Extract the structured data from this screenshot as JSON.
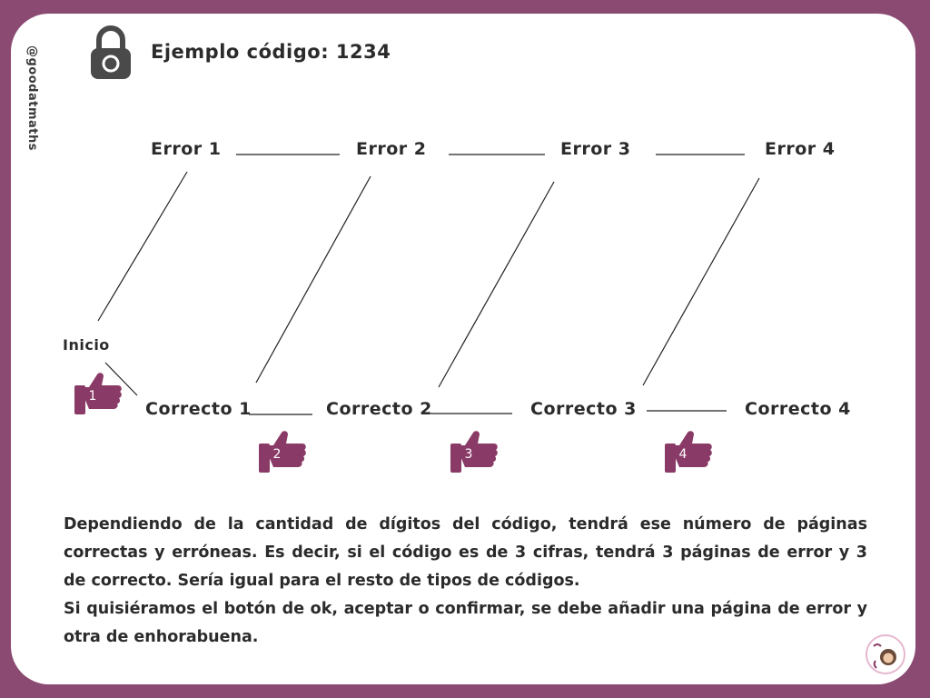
{
  "sidebar": {
    "handle": "@goodatmaths"
  },
  "header": {
    "icon": "lock-icon",
    "title": "Ejemplo código: 1234"
  },
  "diagram": {
    "start_label": "Inicio",
    "errors": [
      "Error 1",
      "Error 2",
      "Error 3",
      "Error 4"
    ],
    "corrects": [
      "Correcto 1",
      "Correcto 2",
      "Correcto 3",
      "Correcto 4"
    ],
    "thumbs": [
      "1",
      "2",
      "3",
      "4"
    ]
  },
  "text": {
    "paragraph_1": "Dependiendo de la cantidad de dígitos del código, tendrá ese número de páginas correctas y erróneas. Es decir, si el código es de 3 cifras, tendrá 3 páginas de error y 3 de correcto. Sería igual para el resto de tipos de códigos.",
    "paragraph_2": "Si quisiéramos el botón de ok, aceptar o confirmar, se debe añadir una página de error y otra de enhorabuena."
  },
  "badge": {
    "icon": "goodat-logo-icon"
  },
  "colors": {
    "frame": "#8a4a72",
    "accent": "#8a3a66",
    "lock": "#4a4a4a",
    "text": "#2b2b2b"
  }
}
